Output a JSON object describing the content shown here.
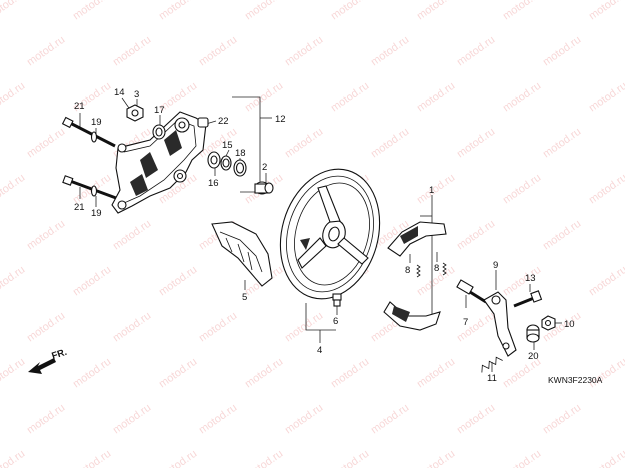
{
  "watermark": "motod.ru",
  "diagram_code": "KWN3F2230A",
  "front_arrow": "FR.",
  "callouts": [
    {
      "id": "c1",
      "label": "1"
    },
    {
      "id": "c2",
      "label": "2"
    },
    {
      "id": "c3",
      "label": "3"
    },
    {
      "id": "c4",
      "label": "4"
    },
    {
      "id": "c5",
      "label": "5"
    },
    {
      "id": "c6",
      "label": "6"
    },
    {
      "id": "c7",
      "label": "7"
    },
    {
      "id": "c8a",
      "label": "8"
    },
    {
      "id": "c8b",
      "label": "8"
    },
    {
      "id": "c9",
      "label": "9"
    },
    {
      "id": "c10",
      "label": "10"
    },
    {
      "id": "c11",
      "label": "11"
    },
    {
      "id": "c12",
      "label": "12"
    },
    {
      "id": "c13",
      "label": "13"
    },
    {
      "id": "c14",
      "label": "14"
    },
    {
      "id": "c15",
      "label": "15"
    },
    {
      "id": "c16",
      "label": "16"
    },
    {
      "id": "c17",
      "label": "17"
    },
    {
      "id": "c18",
      "label": "18"
    },
    {
      "id": "c19a",
      "label": "19"
    },
    {
      "id": "c19b",
      "label": "19"
    },
    {
      "id": "c20",
      "label": "20"
    },
    {
      "id": "c21a",
      "label": "21"
    },
    {
      "id": "c21b",
      "label": "21"
    },
    {
      "id": "c22",
      "label": "22"
    }
  ]
}
